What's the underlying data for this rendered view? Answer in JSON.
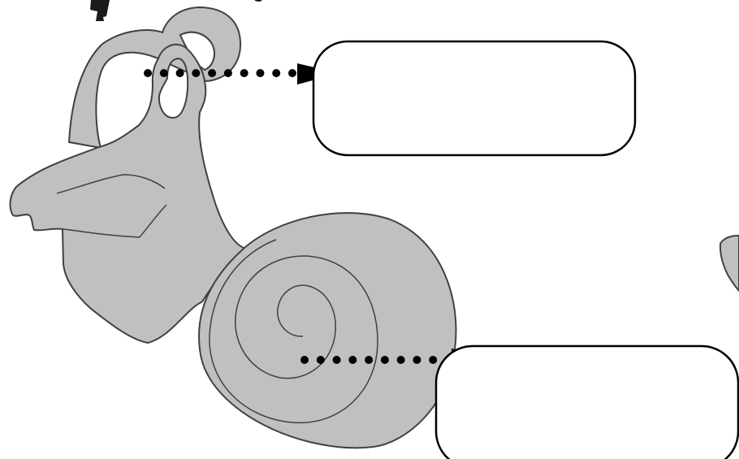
{
  "diagram": {
    "subject": "inner-ear",
    "colors": {
      "organ_fill": "#c0c0c0",
      "organ_stroke": "#404040",
      "pointer": "#000000",
      "label_box_fill": "#ffffff",
      "label_box_stroke": "#000000"
    },
    "label_boxes": [
      {
        "text": "",
        "points_to": "semicircular-canals"
      },
      {
        "text": "",
        "points_to": "cochlea"
      }
    ]
  }
}
